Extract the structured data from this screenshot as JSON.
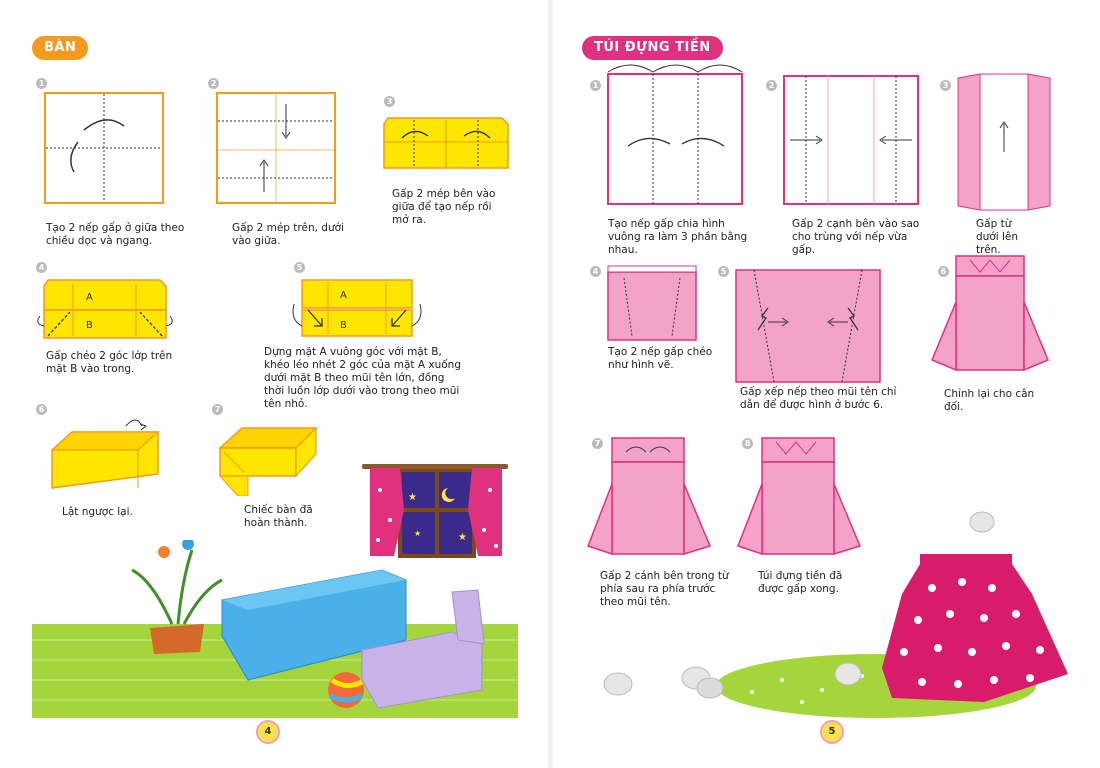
{
  "left_page": {
    "title": "BÀN",
    "page_number": "4",
    "steps": [
      {
        "n": "1",
        "text": "Tạo 2 nếp gấp ở giữa theo chiều dọc và ngang."
      },
      {
        "n": "2",
        "text": "Gấp 2 mép trên, dưới vào giữa."
      },
      {
        "n": "3",
        "text": "Gấp 2 mép bên vào giữa để tạo nếp rồi mở ra."
      },
      {
        "n": "4",
        "text": "Gấp chéo 2 góc lớp trên mặt B vào trong."
      },
      {
        "n": "5",
        "text": "Dựng mặt A vuông góc với mặt B, khéo léo nhét 2 góc của mặt A xuống dưới mặt B theo mũi tên lớn, đồng thời luồn lớp dưới vào trong theo mũi tên nhỏ."
      },
      {
        "n": "6",
        "text": "Lật ngược lại."
      },
      {
        "n": "7",
        "text": "Chiếc bàn đã hoàn thành."
      }
    ],
    "labels": {
      "face_a": "A",
      "face_b": "B"
    }
  },
  "right_page": {
    "title": "TÚI ĐỰNG TIỀN",
    "page_number": "5",
    "steps": [
      {
        "n": "1",
        "text": "Tạo nếp gấp chia hình vuông ra làm 3 phần bằng nhau."
      },
      {
        "n": "2",
        "text": "Gấp 2 cạnh bên vào sao cho trùng với nếp vừa gấp."
      },
      {
        "n": "3",
        "text": "Gấp từ dưới lên trên."
      },
      {
        "n": "4",
        "text": "Tạo 2 nếp gấp chéo như hình vẽ."
      },
      {
        "n": "5",
        "text": "Gấp xếp nếp theo mũi tên chỉ dẫn để được hình ở bước 6."
      },
      {
        "n": "6",
        "text": "Chỉnh lại cho cân đối."
      },
      {
        "n": "7",
        "text": "Gấp 2 cánh bên trong từ phía sau ra phía trước theo mũi tên."
      },
      {
        "n": "8",
        "text": "Túi đựng tiền đã được gấp xong."
      }
    ]
  },
  "colors": {
    "orange": "#f39a1f",
    "pink": "#e0317f",
    "yellow": "#ffe600",
    "pink_paper": "#f4a3c8",
    "grass": "#a4d63c",
    "blue_desk": "#4ab0ea",
    "lilac_chair": "#c7b3e6"
  }
}
